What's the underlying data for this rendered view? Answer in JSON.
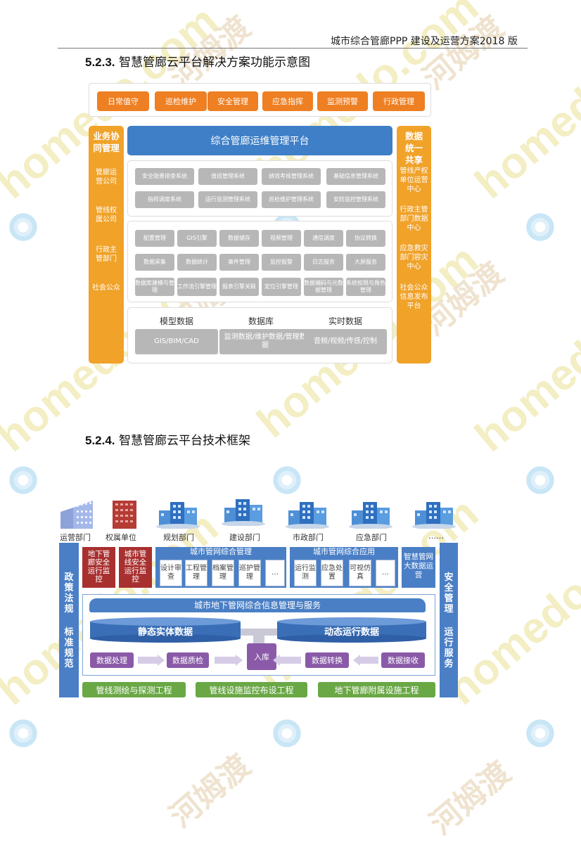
{
  "watermark": {
    "latin": "homedo.com",
    "cjk": "河姆渡"
  },
  "header": {
    "title": "城市综合管廊PPP 建设及运营方案2018 版"
  },
  "section1": {
    "number": "5.2.3.",
    "title": "智慧管廊云平台解决方案功能示意图",
    "top_buttons": [
      "日常值守",
      "巡检维护",
      "安全管理",
      "应急指挥",
      "监测预警",
      "行政管理"
    ],
    "left_title": "业务协同管理",
    "left_items": [
      "管廊运营公司",
      "管线权属公司",
      "行政主管部门",
      "社会公众"
    ],
    "right_title": "数据统一共享",
    "right_items": [
      "管线产权单位运营中心",
      "行政主管部门数据中心",
      "应急救灾部门容灾中心",
      "社会公众信息发布平台"
    ],
    "platform": "综合管廊运维管理平台",
    "systems": [
      "安全隐患排查系统",
      "值班管理系统",
      "绩效考核管理系统",
      "基础信息管理系统",
      "指挥调度系统",
      "运行监测管理系统",
      "巡检维护管理系统",
      "安防监控管理系统"
    ],
    "services": [
      "配置管理",
      "GIS引擎",
      "数据储存",
      "视频管理",
      "通信调度",
      "协议转换",
      "数据采集",
      "数据统计",
      "事件管理",
      "监控报警",
      "日志服务",
      "大屏服务",
      "数据库建模与管理",
      "工作流引擎管理",
      "报表引擎关联",
      "定位引擎管理",
      "数据编码与元数据管理",
      "系统权限与角色管理"
    ],
    "data_layer": [
      {
        "label": "模型数据",
        "box": "GIS/BIM/CAD"
      },
      {
        "label": "数据库",
        "box": "监测数据/维护数据/管理数据"
      },
      {
        "label": "实时数据",
        "box": "音频/视频/传感/控制"
      }
    ]
  },
  "section2": {
    "number": "5.2.4.",
    "title": "智慧管廊云平台技术框架",
    "units": [
      "运营部门",
      "权属单位",
      "规划部门",
      "建设部门",
      "市政部门",
      "应急部门",
      "……"
    ],
    "left_vertical": [
      "政策法规",
      "标准规范"
    ],
    "right_vertical": [
      "安全管理",
      "运行服务"
    ],
    "red1": "地下管廊安全运行监控",
    "red2": "城市管线安全运行监控",
    "mgmt": {
      "title": "城市管网综合管理",
      "items": [
        "设计审查",
        "工程管理",
        "档案管理",
        "巡护管理",
        "…"
      ]
    },
    "app": {
      "title": "城市管网综合应用",
      "items": [
        "运行监测",
        "应急处置",
        "可视仿真",
        "…"
      ]
    },
    "big_data": "智慧管网大数据运营",
    "info_bar": "城市地下管网综合信息管理与服务",
    "static_data": "静态实体数据",
    "dynamic_data": "动态运行数据",
    "storage": "入库",
    "process": [
      "数据处理",
      "数据质检",
      "数据转换",
      "数据接收"
    ],
    "projects": [
      "管线测绘与探测工程",
      "管线设施监控布设工程",
      "地下管廊附属设施工程"
    ]
  }
}
